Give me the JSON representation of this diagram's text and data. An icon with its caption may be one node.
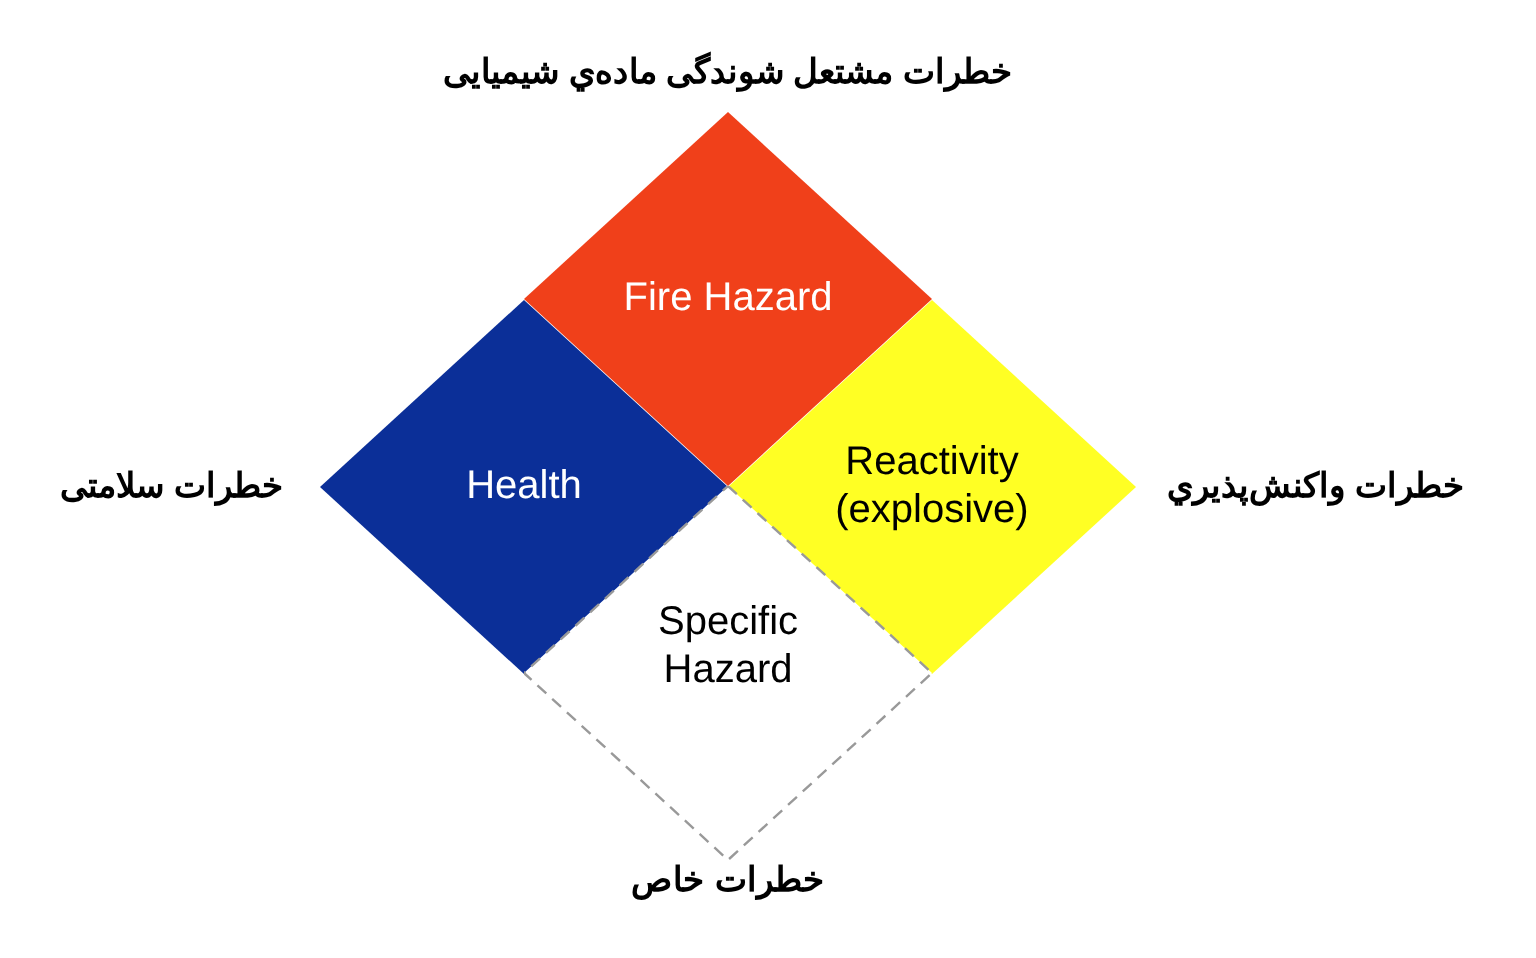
{
  "diagram": {
    "nodes": [
      {
        "text": [
          "Fire Hazard"
        ],
        "beside": [
          "خطرات مشتعل شوندگی ماده‌ي شيميايی"
        ]
      },
      {
        "text": [
          "Health"
        ],
        "beside": [
          "خطرات سلامتی"
        ]
      },
      {
        "text": [
          "Reactivity (explosive)"
        ],
        "beside": [
          "خطرات واکنش‌پذيري"
        ]
      },
      {
        "text": [
          "Specific Hazard"
        ],
        "beside": [
          "خطرات خاص"
        ]
      }
    ],
    "edges": []
  }
}
